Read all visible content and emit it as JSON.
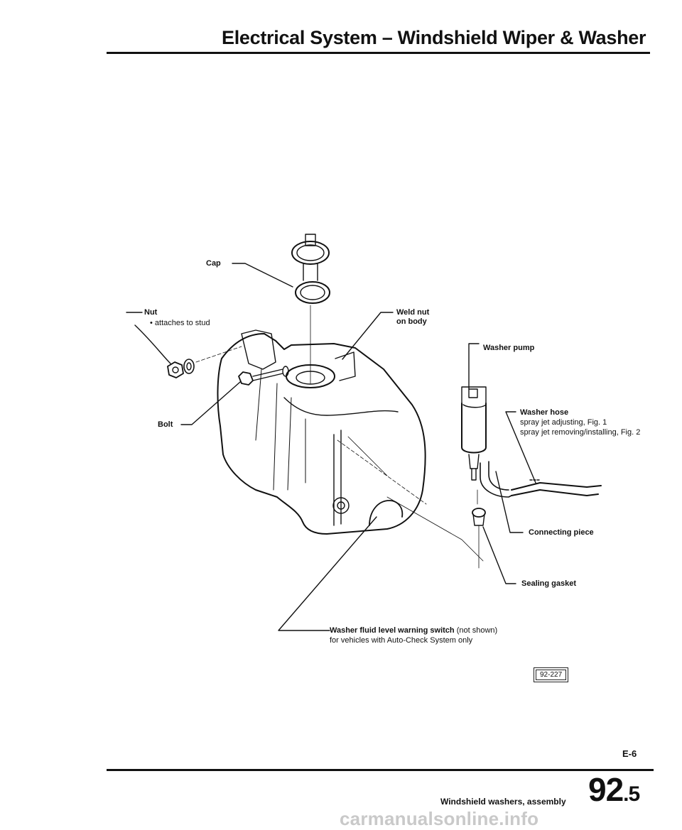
{
  "header": {
    "title": "Electrical System – Windshield Wiper & Washer"
  },
  "diagram": {
    "labels": {
      "cap": "Cap",
      "nut": "Nut",
      "nut_note": "• attaches to stud",
      "bolt": "Bolt",
      "weld_nut_line1": "Weld nut",
      "weld_nut_line2": "on body",
      "washer_pump": "Washer pump",
      "washer_hose": "Washer hose",
      "washer_hose_note1": "spray jet adjusting, Fig. 1",
      "washer_hose_note2": "spray jet removing/installing, Fig. 2",
      "connecting_piece": "Connecting piece",
      "sealing_gasket": "Sealing gasket",
      "level_switch_bold": "Washer fluid level warning switch",
      "level_switch_rest": " (not shown)",
      "level_switch_note": "for vehicles with Auto-Check System only"
    },
    "figure_id": "92-227"
  },
  "footer": {
    "page_code": "E-6",
    "caption": "Windshield washers, assembly",
    "section_main": "92",
    "section_sub": ".5"
  },
  "watermark": "carmanualsonline.info"
}
